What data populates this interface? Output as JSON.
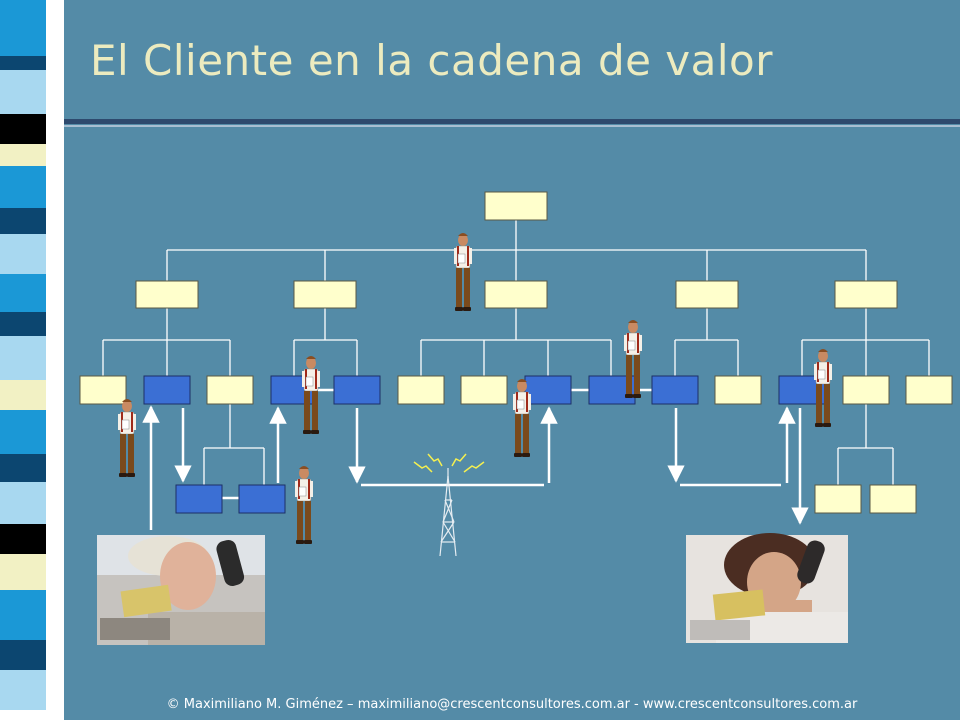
{
  "title": "El Cliente en la cadena de valor",
  "footer": "© Maximiliano M. Giménez – maximiliano@crescentconsultores.com.ar - www.crescentconsultores.com.ar",
  "colors": {
    "background": "#548ba7",
    "title": "#ecebbf",
    "box_fill": "#ffffcc",
    "active_fill": "#3b6fd4",
    "line": "#ffffff",
    "strip_blue": "#1b98d6",
    "strip_navy": "#0c4670",
    "strip_light": "#a8d8f0",
    "strip_cream": "#f2f1c4",
    "strip_black": "#000000"
  },
  "icons": {
    "person": "employee-figure-icon",
    "tower": "antenna-tower-icon",
    "customer_left": "customer-photo-older-woman",
    "customer_right": "customer-photo-young-woman"
  }
}
